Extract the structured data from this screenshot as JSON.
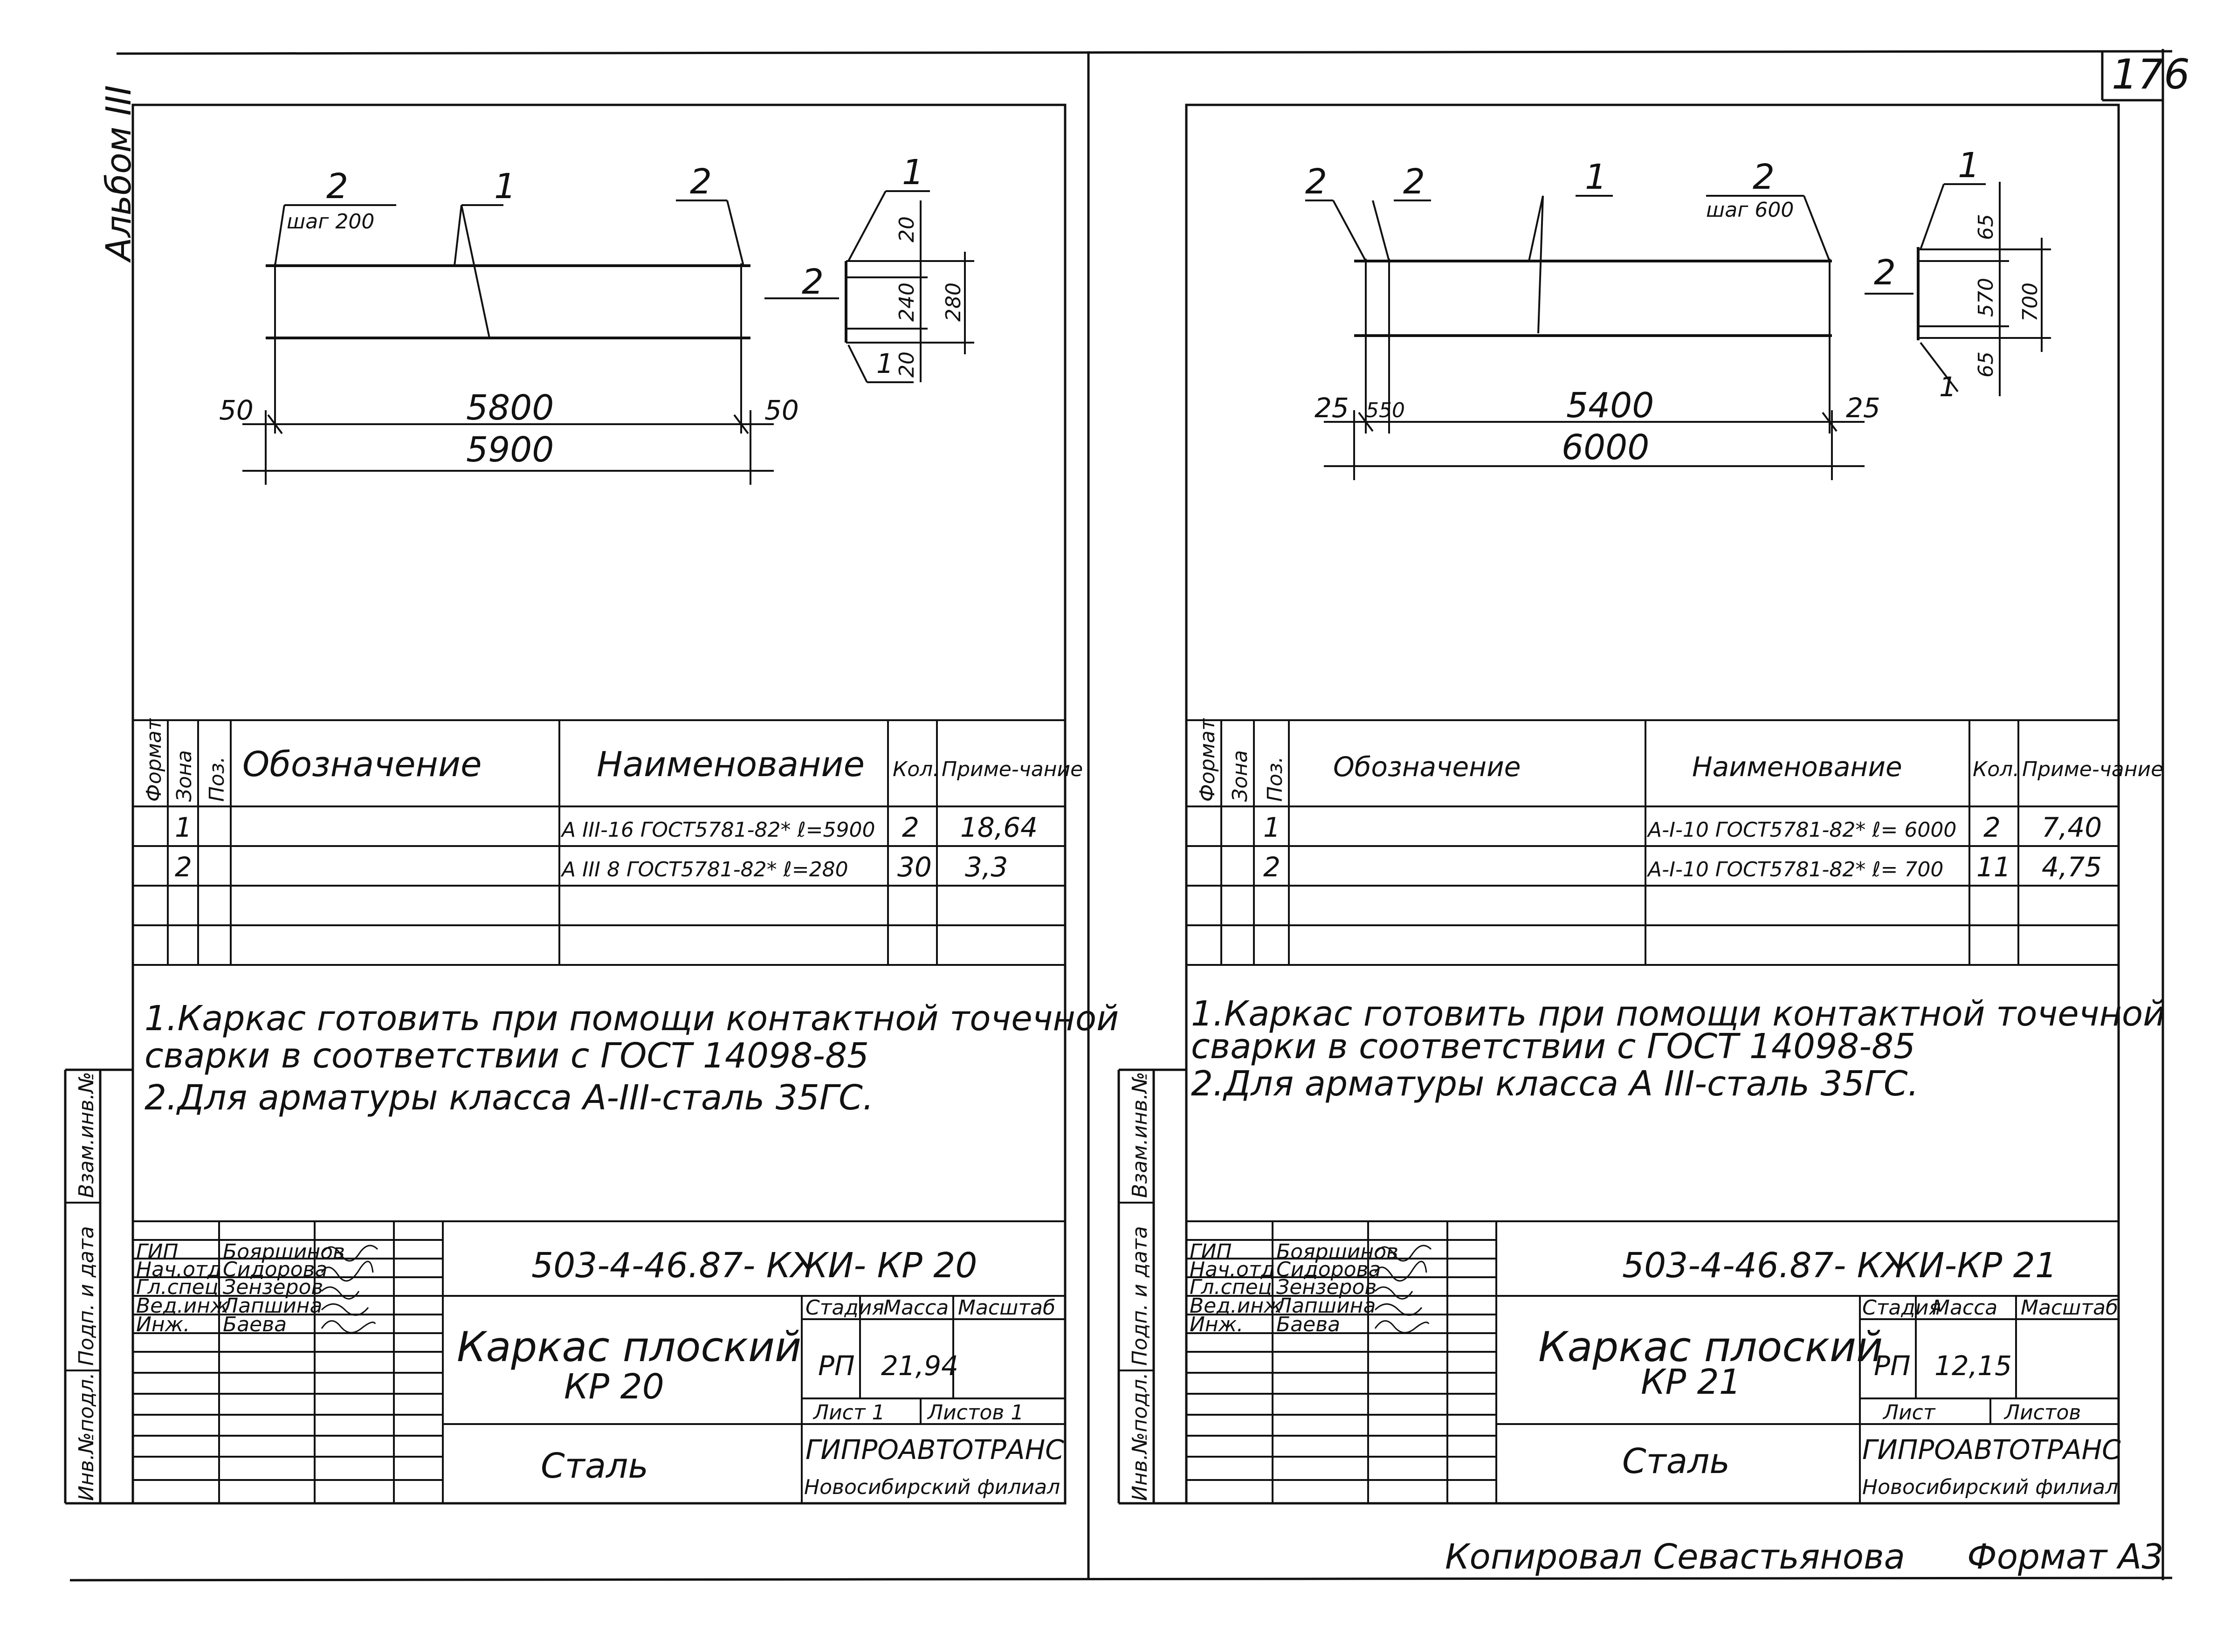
{
  "page_number": "176",
  "album_label": "Альбом III",
  "left_sheet": {
    "drawing": {
      "labels": {
        "pos2_a": "2",
        "step": "шаг 200",
        "pos1": "1",
        "pos2_b": "2"
      },
      "dims": {
        "d50_left": "50",
        "d5800": "5800",
        "d50_right": "50",
        "d5900": "5900"
      },
      "section": {
        "pos1": "1",
        "pos2": "2",
        "pos1_b": "1",
        "d20_top": "20",
        "d240": "240",
        "d280": "280",
        "d20_bot": "20"
      }
    },
    "spec": {
      "headers": {
        "format": "Формат",
        "zone": "Зона",
        "pos": "Поз.",
        "designation": "Обозначение",
        "name": "Наименование",
        "qty": "Кол.",
        "note": "Приме-чание"
      },
      "rows": [
        {
          "zone": "",
          "pos": "1",
          "designation": "",
          "name": "A III-16 ГОСТ5781-82* ℓ=5900",
          "qty": "2",
          "note": "18,64"
        },
        {
          "zone": "",
          "pos": "2",
          "designation": "",
          "name": "A III 8 ГОСТ5781-82* ℓ=280",
          "qty": "30",
          "note": "3,3"
        }
      ]
    },
    "notes": [
      "1.Каркас готовить при помощи контактной точечной",
      "сварки в соответствии с ГОСТ 14098-85",
      "2.Для арматуры класса A-III-сталь 35ГС."
    ],
    "side_stamp": [
      "Инв.№подл.",
      "Подп. и дата",
      "Взам.инв.№"
    ],
    "title_block": {
      "code": "503-4-46.87- КЖИ- КР 20",
      "staff": [
        {
          "role": "ГИП",
          "name": "Бояршинов"
        },
        {
          "role": "Нач.отд",
          "name": "Сидорова"
        },
        {
          "role": "Гл.спец",
          "name": "Зензеров"
        },
        {
          "role": "Вед.инж",
          "name": "Лапшина"
        },
        {
          "role": "Инж.",
          "name": "Баева"
        }
      ],
      "title": "Каркас плоский",
      "subtitle": "КР 20",
      "stage_label": "Стадия",
      "mass_label": "Масса",
      "scale_label": "Масштаб",
      "stage": "РП",
      "mass": "21,94",
      "scale": "",
      "sheet_label": "Лист 1",
      "sheets_label": "Листов 1",
      "material": "Сталь",
      "org": "ГИПРОАВТОТРАНС",
      "branch": "Новосибирский филиал"
    }
  },
  "right_sheet": {
    "drawing": {
      "labels": {
        "pos2_a": "2",
        "pos2_b": "2",
        "pos1": "1",
        "pos2_c": "2",
        "step": "шаг 600"
      },
      "dims": {
        "d25_left": "25",
        "d550": "550",
        "d5400": "5400",
        "d25_right": "25",
        "d6000": "6000"
      },
      "section": {
        "pos1": "1",
        "pos2": "2",
        "pos1_b": "1",
        "d65_top": "65",
        "d570": "570",
        "d700": "700",
        "d65_bot": "65"
      }
    },
    "spec": {
      "headers": {
        "format": "Формат",
        "zone": "Зона",
        "pos": "Поз.",
        "designation": "Обозначение",
        "name": "Наименование",
        "qty": "Кол.",
        "note": "Приме-чание"
      },
      "rows": [
        {
          "zone": "",
          "pos": "1",
          "designation": "",
          "name": "A-I-10 ГОСТ5781-82* ℓ= 6000",
          "qty": "2",
          "note": "7,40"
        },
        {
          "zone": "",
          "pos": "2",
          "designation": "",
          "name": "A-I-10 ГОСТ5781-82* ℓ= 700",
          "qty": "11",
          "note": "4,75"
        }
      ]
    },
    "notes": [
      "1.Каркас готовить при помощи контактной точечной",
      "сварки в соответствии с ГОСТ 14098-85",
      "2.Для арматуры класса A III-сталь 35ГС."
    ],
    "side_stamp": [
      "Инв.№подл.",
      "Подп. и дата",
      "Взам.инв.№"
    ],
    "title_block": {
      "code": "503-4-46.87- КЖИ-КР 21",
      "staff": [
        {
          "role": "ГИП",
          "name": "Бояршинов"
        },
        {
          "role": "Нач.отд",
          "name": "Сидорова"
        },
        {
          "role": "Гл.спец",
          "name": "Зензеров"
        },
        {
          "role": "Вед.инж",
          "name": "Лапшина"
        },
        {
          "role": "Инж.",
          "name": "Баева"
        }
      ],
      "title": "Каркас плоский",
      "subtitle": "КР 21",
      "stage_label": "Стадия",
      "mass_label": "Масса",
      "scale_label": "Масштаб",
      "stage": "РП",
      "mass": "12,15",
      "scale": "",
      "sheet_label": "Лист",
      "sheets_label": "Листов",
      "material": "Сталь",
      "org": "ГИПРОАВТОТРАНС",
      "branch": "Новосибирский филиал"
    }
  },
  "footer": {
    "copied_by": "Копировал Севастьянова",
    "format": "Формат А3"
  }
}
